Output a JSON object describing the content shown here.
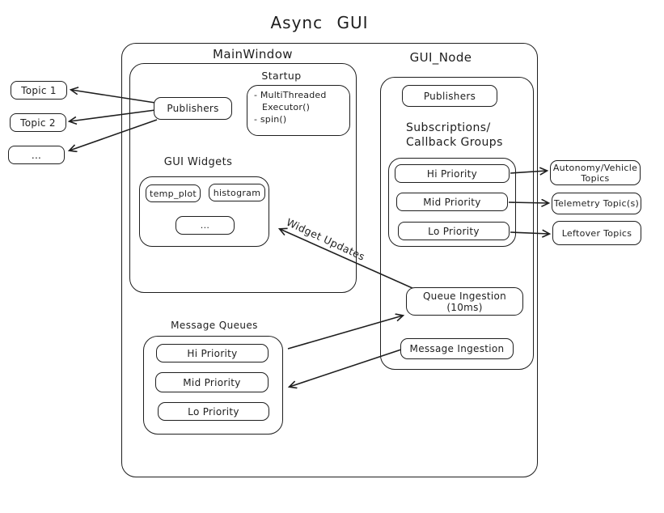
{
  "title": "Async GUI",
  "colors": {
    "stroke": "#1e1e1e",
    "background": "#ffffff"
  },
  "left_topics": [
    {
      "label": "Topic 1"
    },
    {
      "label": "Topic 2"
    },
    {
      "label": "..."
    }
  ],
  "main_window": {
    "label": "MainWindow",
    "publishers_label": "Publishers",
    "startup": {
      "label": "Startup",
      "lines": [
        "- MultiThreaded",
        "Executor()",
        "- spin()"
      ]
    },
    "gui_widgets": {
      "label": "GUI Widgets",
      "items": [
        "temp_plot",
        "histogram",
        "..."
      ]
    }
  },
  "gui_node": {
    "label": "GUI_Node",
    "publishers_label": "Publishers",
    "subscriptions_line1": "Subscriptions/",
    "subscriptions_line2": "Callback Groups",
    "callback_groups": [
      "Hi Priority",
      "Mid Priority",
      "Lo Priority"
    ],
    "queue_ingestion_label": "Queue Ingestion (10ms)",
    "message_ingestion_label": "Message Ingestion"
  },
  "message_queues": {
    "label": "Message Queues",
    "items": [
      "Hi Priority",
      "Mid Priority",
      "Lo Priority"
    ]
  },
  "right_topics": [
    {
      "label": "Autonomy/Vehicle Topics"
    },
    {
      "label": "Telemetry Topic(s)"
    },
    {
      "label": "Leftover Topics"
    }
  ],
  "annotations": {
    "widget_updates": "Widget Updates"
  }
}
